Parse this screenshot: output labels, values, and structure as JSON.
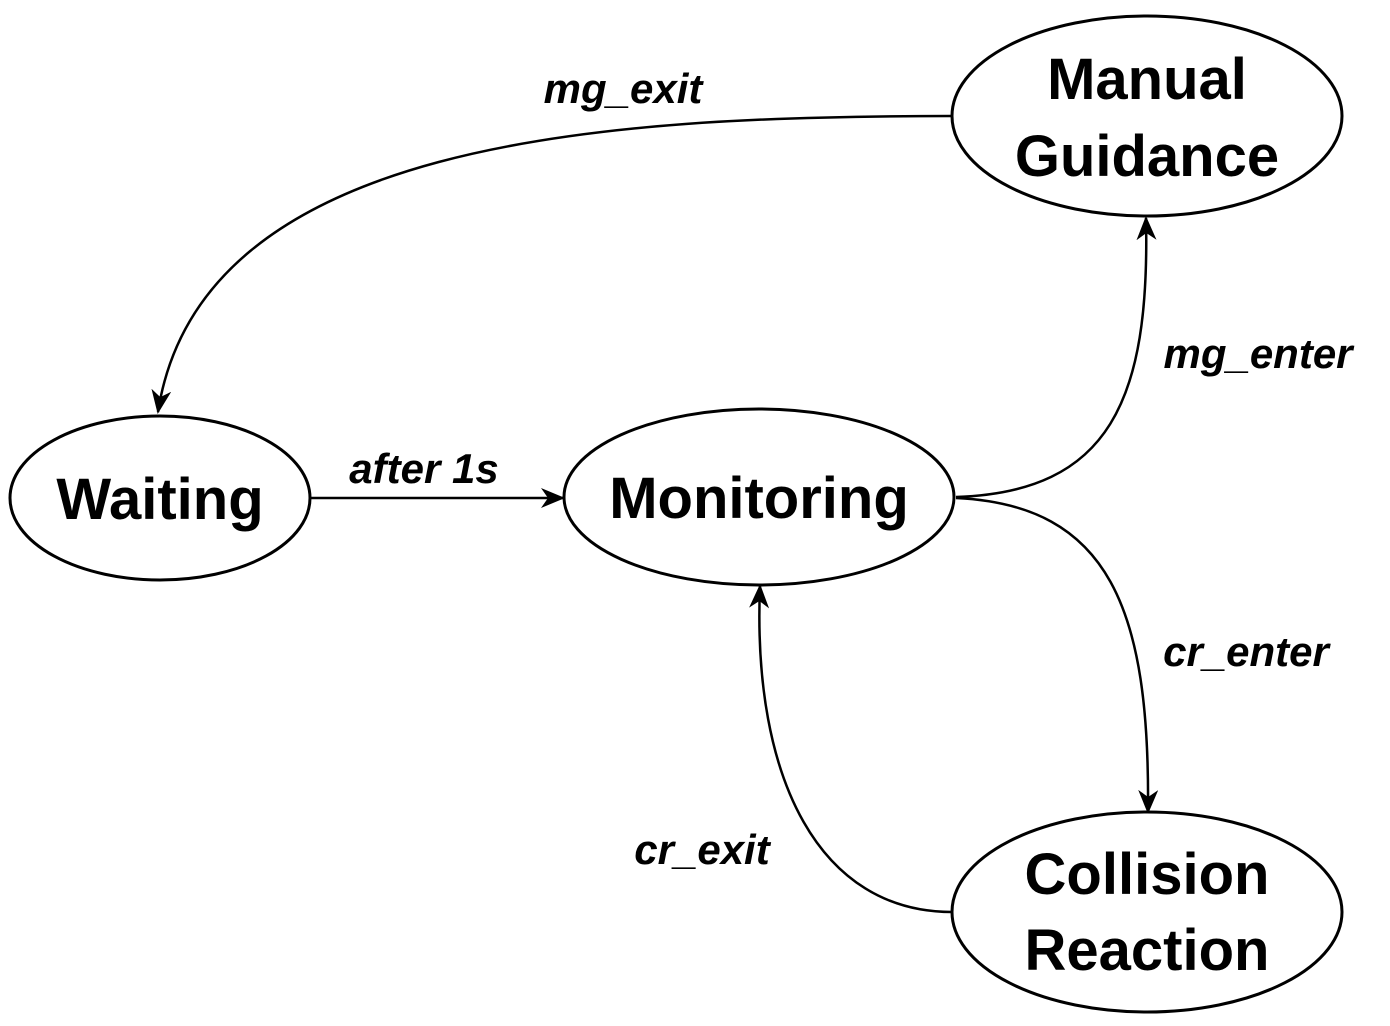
{
  "diagram": {
    "type": "state-machine",
    "states": [
      {
        "id": "manual_guidance",
        "lines": [
          "Manual",
          "Guidance"
        ]
      },
      {
        "id": "waiting",
        "lines": [
          "Waiting"
        ]
      },
      {
        "id": "monitoring",
        "lines": [
          "Monitoring"
        ]
      },
      {
        "id": "collision_reaction",
        "lines": [
          "Collision",
          "Reaction"
        ]
      }
    ],
    "transitions": [
      {
        "id": "mg_exit",
        "from": "manual_guidance",
        "to": "waiting",
        "label": "mg_exit"
      },
      {
        "id": "after_1s",
        "from": "waiting",
        "to": "monitoring",
        "label": "after 1s"
      },
      {
        "id": "mg_enter",
        "from": "monitoring",
        "to": "manual_guidance",
        "label": "mg_enter"
      },
      {
        "id": "cr_enter",
        "from": "monitoring",
        "to": "collision_reaction",
        "label": "cr_enter"
      },
      {
        "id": "cr_exit",
        "from": "collision_reaction",
        "to": "monitoring",
        "label": "cr_exit"
      }
    ]
  }
}
